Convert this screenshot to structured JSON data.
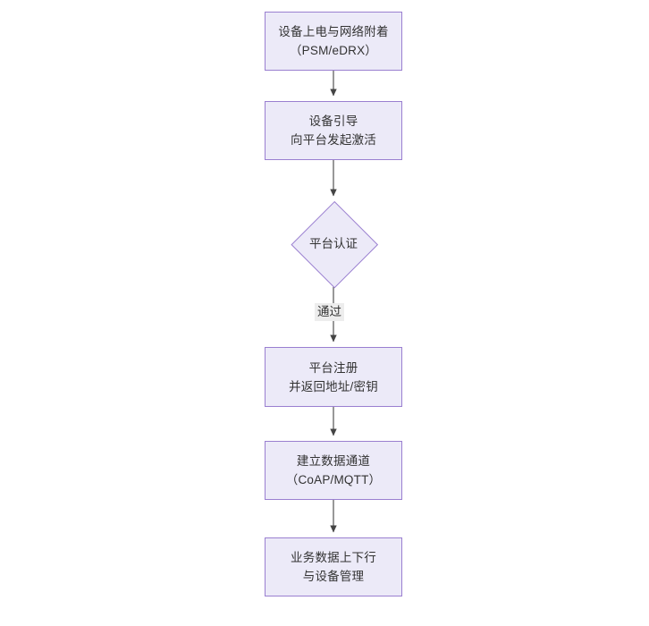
{
  "diagram": {
    "title_text": "",
    "type": "flowchart",
    "orientation": "top-to-bottom",
    "colors": {
      "node_fill": "#ECEAF8",
      "node_border": "#9A7FD0",
      "text": "#333333",
      "edge": "#444444",
      "canvas": "#FFFFFF",
      "edge_label_bg": "#EDEDED"
    },
    "nodes": [
      {
        "id": "n1",
        "shape": "rect",
        "lines": [
          "设备上电与网络附着",
          "（PSM/eDRX）"
        ]
      },
      {
        "id": "n2",
        "shape": "rect",
        "lines": [
          "设备引导",
          "向平台发起激活"
        ]
      },
      {
        "id": "n3",
        "shape": "diamond",
        "lines": [
          "平台认证"
        ]
      },
      {
        "id": "n4",
        "shape": "rect",
        "lines": [
          "平台注册",
          "并返回地址/密钥"
        ]
      },
      {
        "id": "n5",
        "shape": "rect",
        "lines": [
          "建立数据通道",
          "（CoAP/MQTT）"
        ]
      },
      {
        "id": "n6",
        "shape": "rect",
        "lines": [
          "业务数据上下行",
          "与设备管理"
        ]
      }
    ],
    "edges": [
      {
        "from": "n1",
        "to": "n2",
        "label": ""
      },
      {
        "from": "n2",
        "to": "n3",
        "label": ""
      },
      {
        "from": "n3",
        "to": "n4",
        "label": "通过"
      },
      {
        "from": "n4",
        "to": "n5",
        "label": ""
      },
      {
        "from": "n5",
        "to": "n6",
        "label": ""
      }
    ]
  }
}
